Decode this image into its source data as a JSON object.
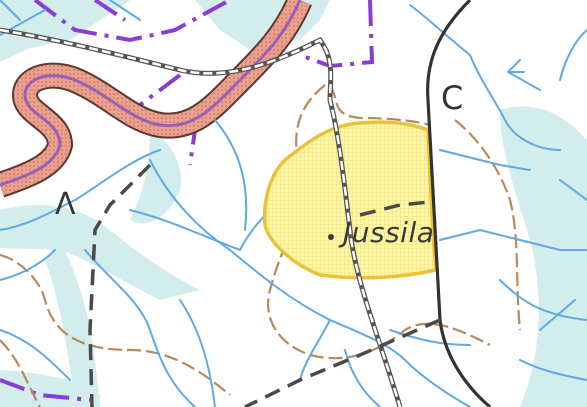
{
  "map": {
    "place_name": "Jussila",
    "symbols": {
      "c_mark": "C",
      "lambda_mark": "Λ"
    },
    "colors": {
      "water": "#5fa9e6",
      "wetland": "#d3ecec",
      "highlight_area_fill": "#fff59a",
      "highlight_area_stroke": "#e8c33a",
      "hatched_corridor_fill": "#e9a08c",
      "boundary_purple": "#8a3dd6",
      "contour_brown": "#b9895a",
      "road": "#333333",
      "track": "#4a4a4a"
    }
  }
}
